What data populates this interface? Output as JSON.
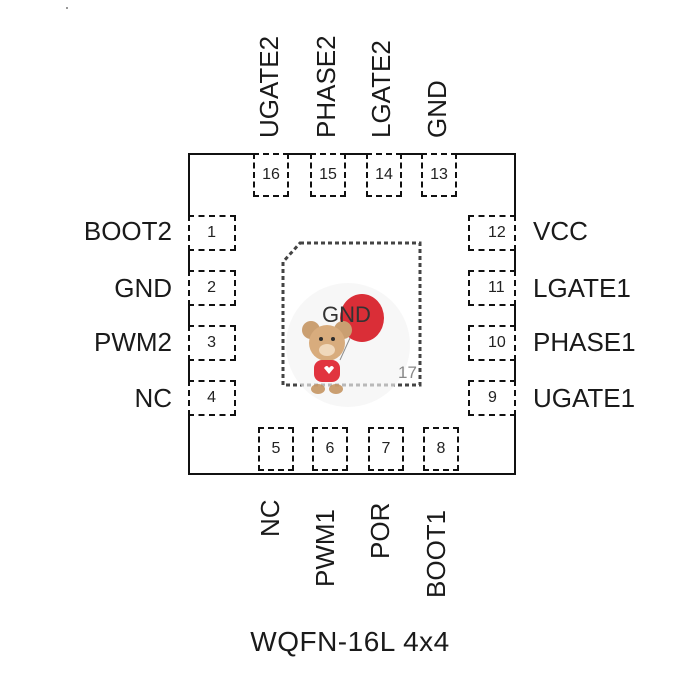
{
  "package_name": "WQFN-16L 4x4",
  "exposed_pad": {
    "label": "GND",
    "number": "17"
  },
  "pins": {
    "left": [
      {
        "num": "1",
        "name": "BOOT2"
      },
      {
        "num": "2",
        "name": "GND"
      },
      {
        "num": "3",
        "name": "PWM2"
      },
      {
        "num": "4",
        "name": "NC"
      }
    ],
    "bottom": [
      {
        "num": "5",
        "name": "NC"
      },
      {
        "num": "6",
        "name": "PWM1"
      },
      {
        "num": "7",
        "name": "POR"
      },
      {
        "num": "8",
        "name": "BOOT1"
      }
    ],
    "right": [
      {
        "num": "12",
        "name": "VCC"
      },
      {
        "num": "11",
        "name": "LGATE1"
      },
      {
        "num": "10",
        "name": "PHASE1"
      },
      {
        "num": "9",
        "name": "UGATE1"
      }
    ],
    "top": [
      {
        "num": "16",
        "name": "UGATE2"
      },
      {
        "num": "15",
        "name": "PHASE2"
      },
      {
        "num": "14",
        "name": "LGATE2"
      },
      {
        "num": "13",
        "name": "GND"
      }
    ]
  },
  "colors": {
    "outline": "#111111",
    "text": "#1a1a1a",
    "epad_outline": "#444444"
  }
}
